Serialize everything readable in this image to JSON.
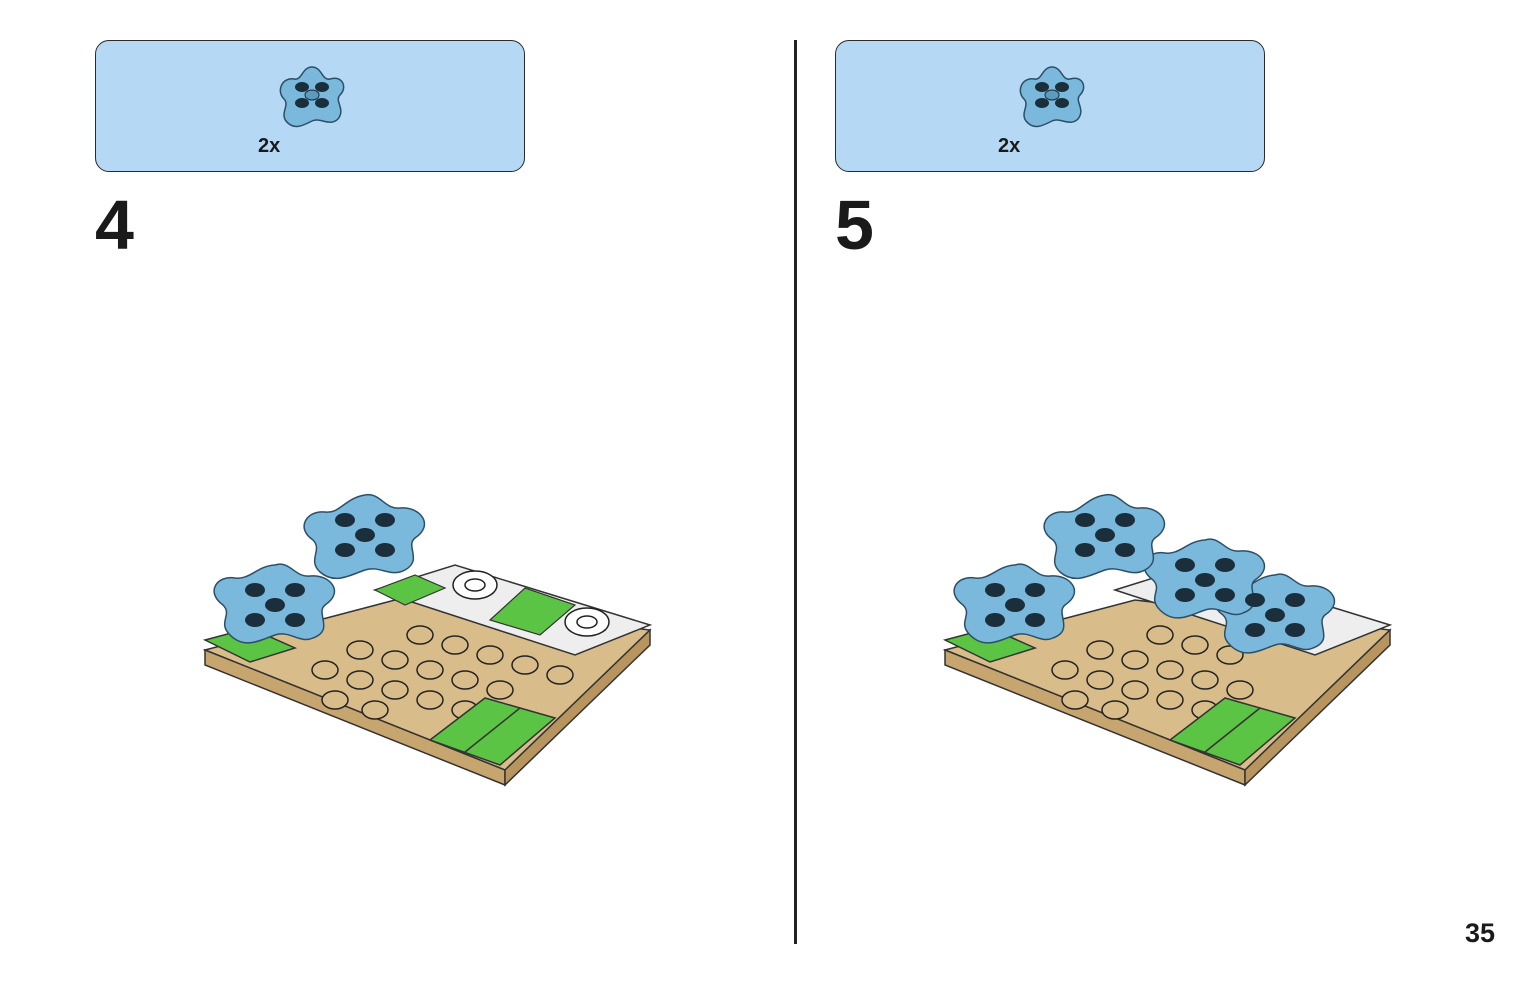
{
  "steps": [
    {
      "number": "4",
      "part_qty": "2x",
      "part_name": "flower-plate-icon",
      "part_color": "#7ab8dc"
    },
    {
      "number": "5",
      "part_qty": "2x",
      "part_name": "flower-plate-icon",
      "part_color": "#7ab8dc"
    }
  ],
  "page_number": "35",
  "colors": {
    "callout_bg": "#b5d8f4",
    "baseplate_tan": "#d8bd8a",
    "tile_green": "#5cc444",
    "tile_white": "#eeeeee",
    "flower_blue": "#7ab8dc"
  }
}
